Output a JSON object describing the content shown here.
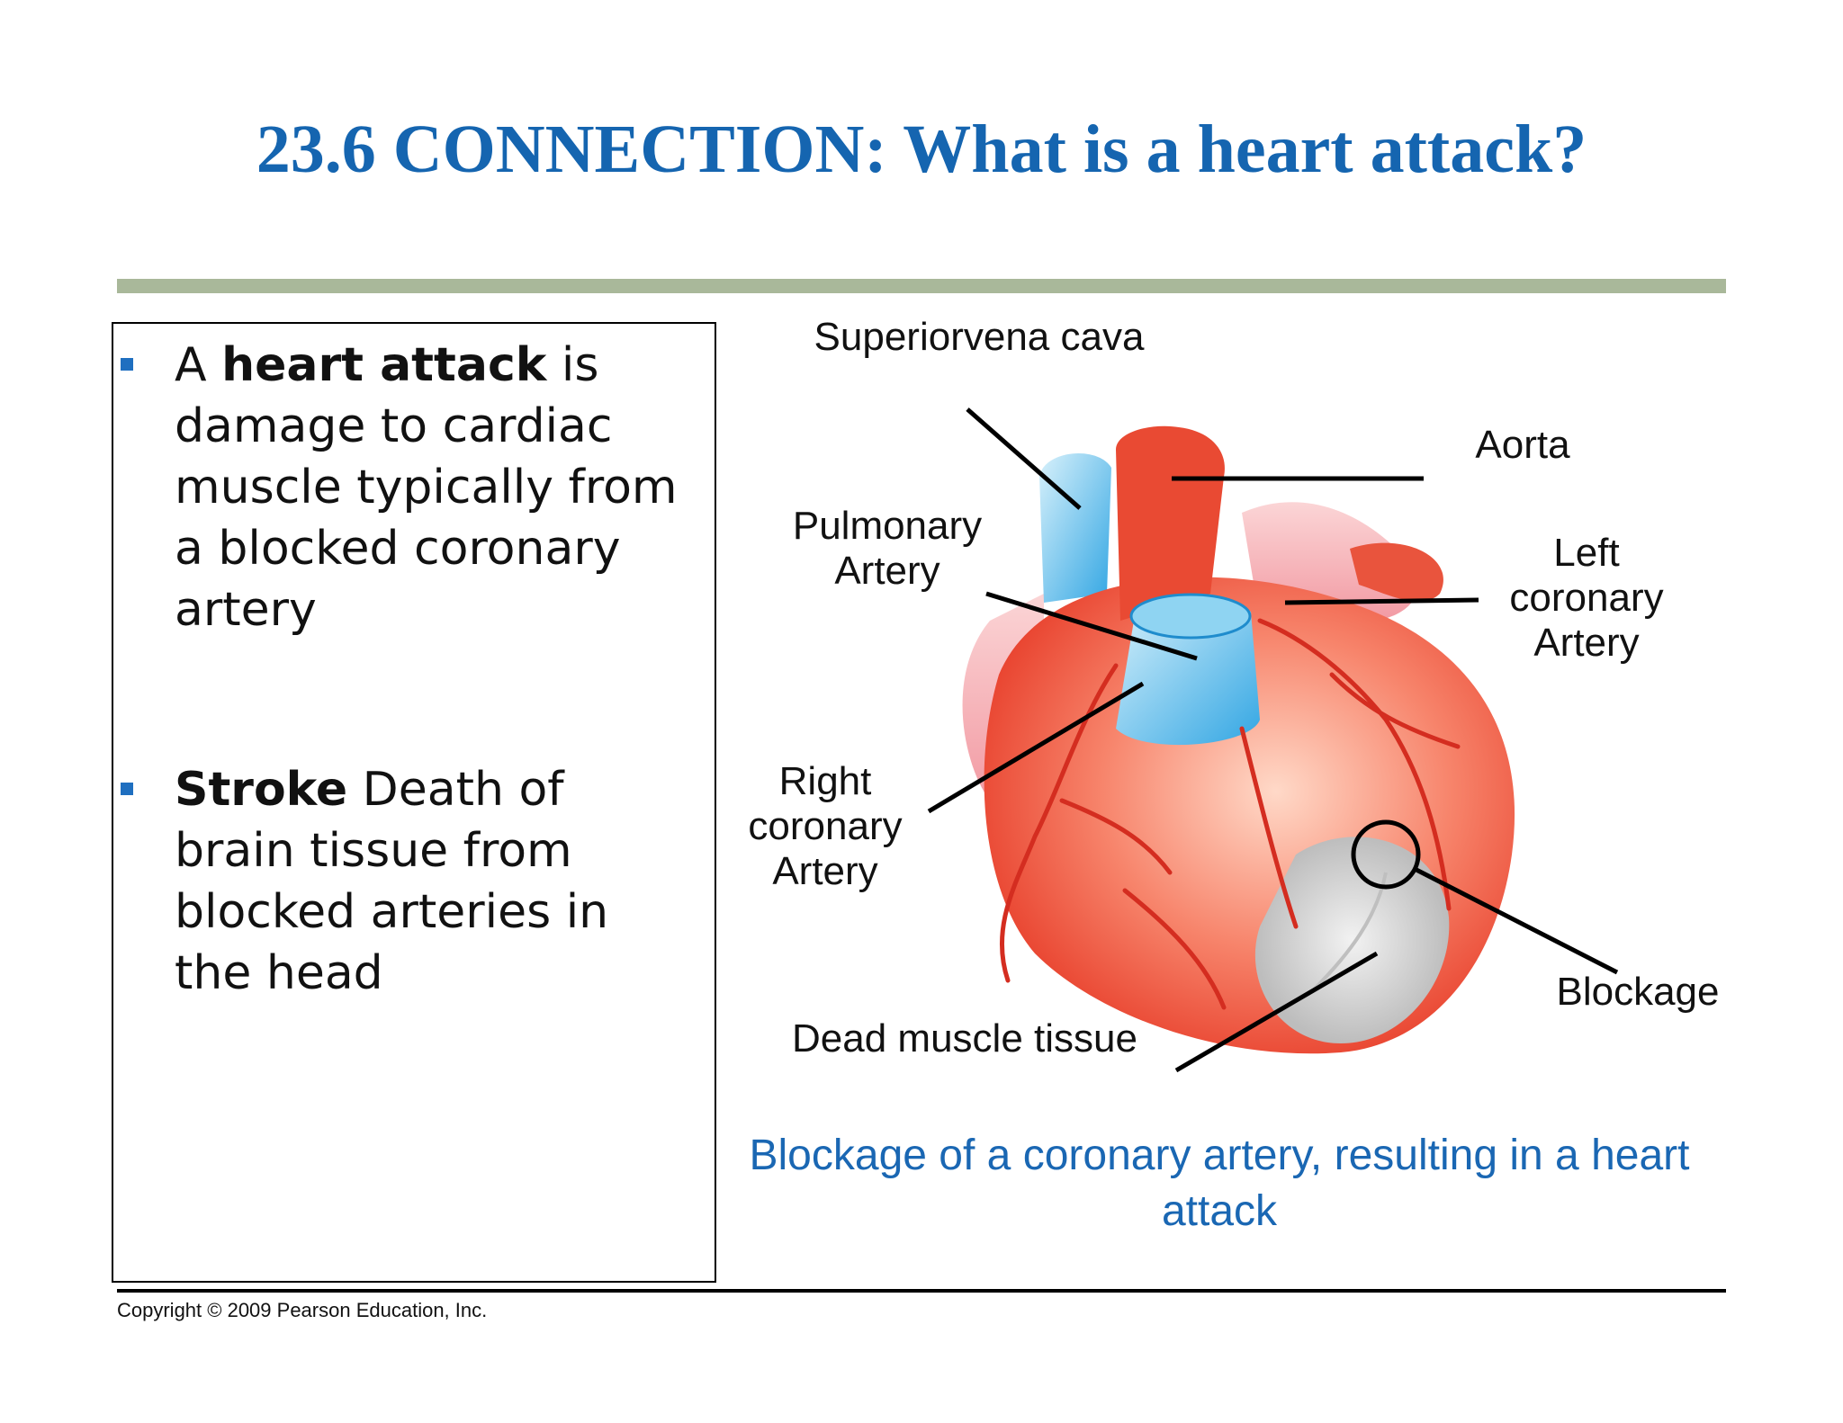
{
  "slide": {
    "title": "23.6 CONNECTION: What is a heart attack?",
    "bullets": [
      {
        "bold": "heart attack",
        "prefix": "A ",
        "suffix": " is damage to cardiac muscle typically from a blocked coronary artery"
      },
      {
        "bold": "Stroke",
        "prefix": "",
        "suffix": " Death of brain tissue from blocked arteries in the head"
      }
    ],
    "diagram": {
      "labels": {
        "superior_vena_cava": "Superiorvena cava",
        "aorta": "Aorta",
        "pulmonary_artery": "Pulmonary\nArtery",
        "left_coronary_artery": "Left\ncoronary\nArtery",
        "right_coronary_artery": "Right\ncoronary\nArtery",
        "blockage": "Blockage",
        "dead_muscle_tissue": "Dead muscle tissue"
      },
      "caption": "Blockage of a coronary artery, resulting in a heart attack",
      "colors": {
        "muscle": "#f0533f",
        "vessel_blue": "#4fb6e8",
        "dead_tissue": "#cfcfcf"
      }
    },
    "copyright": "Copyright © 2009 Pearson Education, Inc."
  }
}
